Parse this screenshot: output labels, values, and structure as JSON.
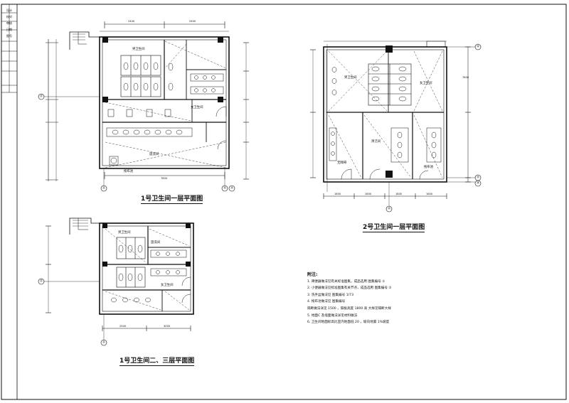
{
  "sheet": {
    "frame_titles": [
      "设计",
      "校对",
      "审核",
      "日期",
      "图号"
    ]
  },
  "plans": {
    "plan1": {
      "title": "1号卫生间一层平面图"
    },
    "plan2": {
      "title": "1号卫生间二、三层平面图"
    },
    "plan3": {
      "title": "2号卫生间一层平面图"
    }
  },
  "axes": {
    "plan1_left": "⑰",
    "plan1_bottom": [
      "⑪",
      "⑫",
      "⑬"
    ],
    "plan2_left": "⑰",
    "plan2_bottom": "⑪",
    "plan3_right": [
      "⑫",
      "⑬",
      "⑭"
    ],
    "plan3_bottom": "⑬"
  },
  "room_labels": {
    "male": "男卫生间",
    "female": "女卫生间",
    "washroom": "盥洗间",
    "mop": "拖布池",
    "clean": "清洁间",
    "barrier_free": "无障碍"
  },
  "dimensions": {
    "plan1_top": [
      "2400",
      "2400"
    ],
    "plan1_bottom": "7800",
    "plan2_bottom": [
      "2500",
      "3000"
    ],
    "plan3_right": "7800",
    "plan3_bottom": [
      "1800",
      "1800",
      "1800",
      "1800"
    ]
  },
  "notes": {
    "heading": "附注:",
    "items": [
      "1. 蹲便器做法见有关标准图集，成品选用  图集编号 ①",
      "2. 小便器做法见标准图集有关节点，成品选用  图集编号 ②",
      "3. 洗手盆做法见  图集编号 1/73",
      "4. 拖布池做法见  图集编号",
      "   隔断做法详见 1500 ，隔板高度 1800 高     大样见隔断大样",
      "5. 地面C 及墙面做法详见材料做法",
      "6. 卫生间地面标高比室内地面低 20 ，坡向地漏 1%坡度"
    ]
  }
}
